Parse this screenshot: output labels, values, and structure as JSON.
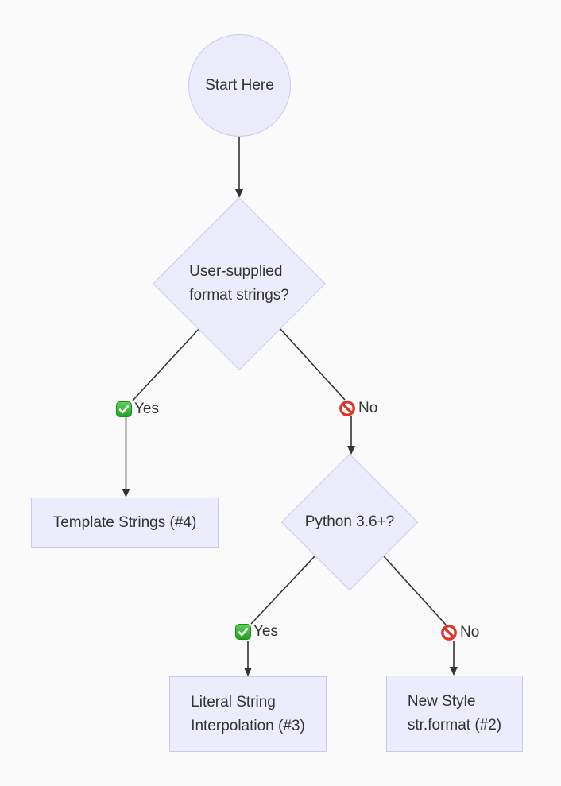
{
  "diagram": {
    "type": "flowchart",
    "background": "#fafafa",
    "node_fill": "#ececfc",
    "node_border": "#cacaf1",
    "edge_color": "#333333",
    "text_color": "#333333",
    "check_icon_color": "#2fae2f",
    "no_icon_color": "#da392a"
  },
  "nodes": {
    "start": {
      "label": "Start Here",
      "shape": "circle"
    },
    "decision1": {
      "label": "User-supplied\nformat strings?",
      "shape": "diamond"
    },
    "decision2": {
      "label": "Python 3.6+?",
      "shape": "diamond"
    },
    "template": {
      "label": "Template Strings (#4)",
      "shape": "rect"
    },
    "literal": {
      "label": "Literal String\nInterpolation (#3)",
      "shape": "rect"
    },
    "newstyle": {
      "label": "New Style\nstr.format (#2)",
      "shape": "rect"
    }
  },
  "edge_labels": {
    "yes1": "Yes",
    "no1": "No",
    "yes2": "Yes",
    "no2": "No"
  }
}
